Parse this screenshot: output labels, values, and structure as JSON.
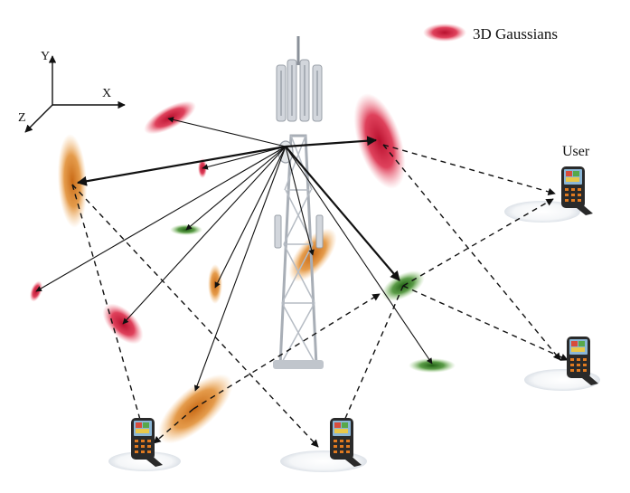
{
  "legend": {
    "label": "3D Gaussians",
    "icon": "red-gaussian-ellipse-icon"
  },
  "user_label": "User",
  "axes": {
    "x": "X",
    "y": "Y",
    "z": "Z"
  },
  "colors": {
    "red": "#d9203f",
    "orange": "#e08a2c",
    "green": "#3e8a28",
    "tower": "#c9ced6",
    "ray": "#111111"
  },
  "gaussians": [
    {
      "id": "red-top-left",
      "color": "red"
    },
    {
      "id": "red-large-right",
      "color": "red"
    },
    {
      "id": "red-small-center",
      "color": "red"
    },
    {
      "id": "red-small-far-left",
      "color": "red"
    },
    {
      "id": "red-mid-left",
      "color": "red"
    },
    {
      "id": "orange-tall-left",
      "color": "orange"
    },
    {
      "id": "orange-small-center",
      "color": "orange"
    },
    {
      "id": "orange-mid-tower",
      "color": "orange"
    },
    {
      "id": "orange-large-bottom",
      "color": "orange"
    },
    {
      "id": "green-small-left",
      "color": "green"
    },
    {
      "id": "green-mid-right",
      "color": "green"
    },
    {
      "id": "green-bottom-right",
      "color": "green"
    }
  ],
  "devices": [
    {
      "id": "user-device-right-top"
    },
    {
      "id": "user-device-right-bottom"
    },
    {
      "id": "user-device-bottom-center"
    },
    {
      "id": "user-device-bottom-left"
    }
  ]
}
